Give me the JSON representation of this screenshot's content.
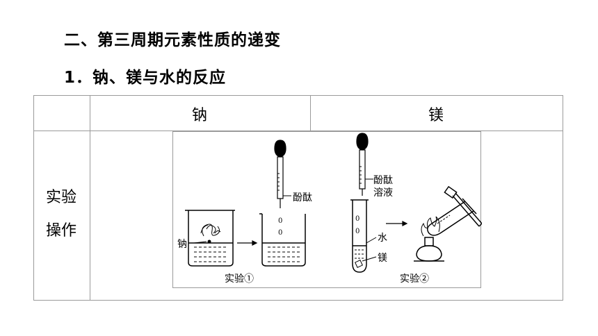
{
  "section_heading": "二、第三周期元素性质的递变",
  "subsection_heading": "1．钠、镁与水的反应",
  "table": {
    "column_headers": [
      "",
      "钠",
      "镁"
    ],
    "row_label_line1": "实验",
    "row_label_line2": "操作"
  },
  "figure": {
    "label_sodium": "钠",
    "label_phenolphthalein": "酚酞",
    "label_phenol_solution_line1": "酚酞",
    "label_phenol_solution_line2": "溶液",
    "label_water": "水",
    "label_magnesium": "镁",
    "label_bubble": "0",
    "caption_exp1": "实验①",
    "caption_exp2": "实验②"
  }
}
